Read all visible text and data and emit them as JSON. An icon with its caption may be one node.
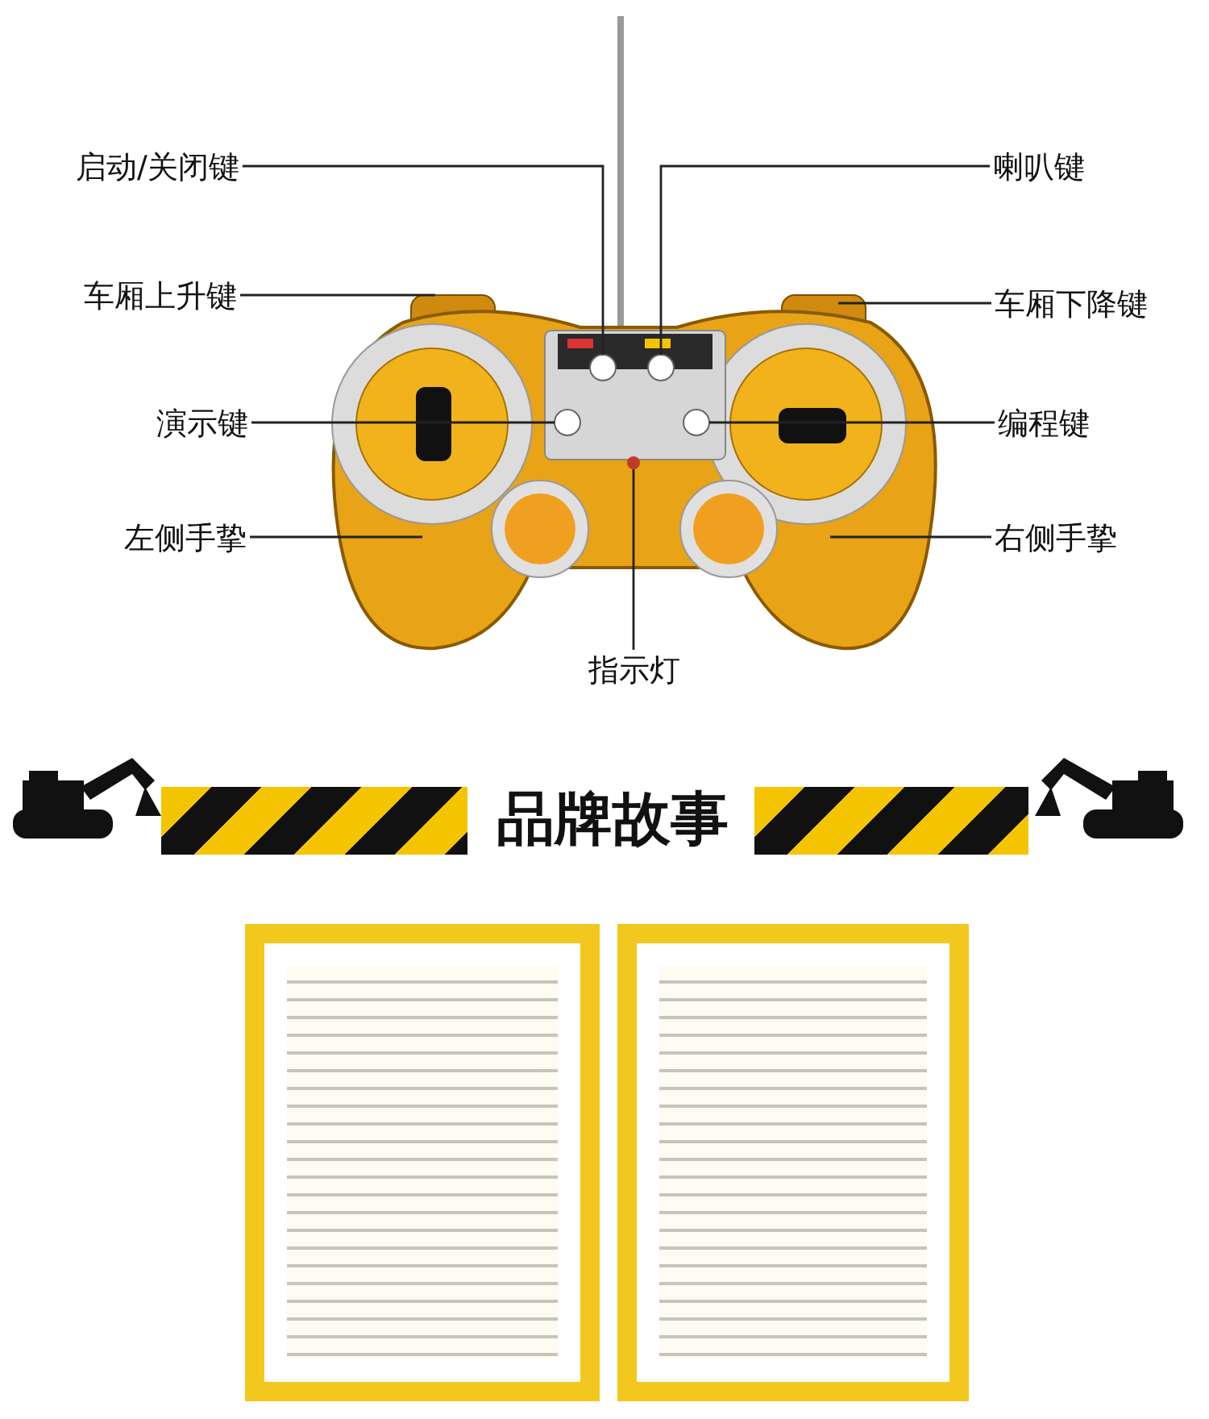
{
  "diagram": {
    "nodes": [
      {
        "text": [
          "启动/关闭键"
        ]
      },
      {
        "text": [
          "喇叭键"
        ]
      },
      {
        "text": [
          "车厢上升键"
        ]
      },
      {
        "text": [
          "车厢下降键"
        ]
      },
      {
        "text": [
          "演示键"
        ]
      },
      {
        "text": [
          "编程键"
        ]
      },
      {
        "text": [
          "左侧手挚"
        ]
      },
      {
        "text": [
          "右侧手挚"
        ]
      },
      {
        "text": [
          "指示灯"
        ]
      }
    ],
    "edges": [
      {
        "from": 0,
        "to": null,
        "arrow": "none"
      },
      {
        "from": 1,
        "to": null,
        "arrow": "none"
      },
      {
        "from": 2,
        "to": null,
        "arrow": "none"
      },
      {
        "from": 3,
        "to": null,
        "arrow": "none"
      },
      {
        "from": 4,
        "to": null,
        "arrow": "none"
      },
      {
        "from": 5,
        "to": null,
        "arrow": "none"
      },
      {
        "from": 6,
        "to": null,
        "arrow": "none"
      },
      {
        "from": 7,
        "to": null,
        "arrow": "none"
      },
      {
        "from": 8,
        "to": null,
        "arrow": "none"
      }
    ],
    "labels": [
      "品牌故事"
    ]
  }
}
